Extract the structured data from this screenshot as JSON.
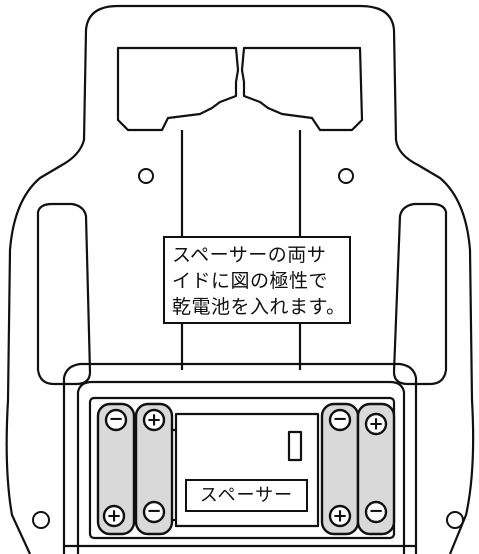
{
  "note_lines": [
    "スペーサーの両サ",
    "イドに図の極性で",
    "乾電池を入れます。"
  ],
  "spacer_label": "スペーサー",
  "battery_terminals": {
    "minus": "−",
    "plus": "+"
  }
}
